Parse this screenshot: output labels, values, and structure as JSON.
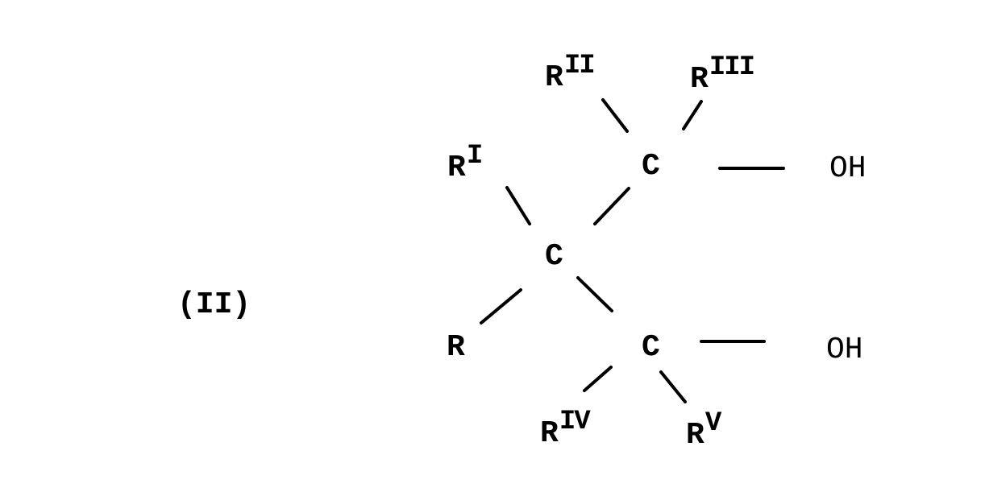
{
  "formula": {
    "label": "(II)",
    "atoms": {
      "c_top": "C",
      "c_middle": "C",
      "c_bottom": "C"
    },
    "substituents": {
      "r": {
        "base": "R",
        "sup": ""
      },
      "r1": {
        "base": "R",
        "sup": "I"
      },
      "r2": {
        "base": "R",
        "sup": "II"
      },
      "r3": {
        "base": "R",
        "sup": "III"
      },
      "r4": {
        "base": "R",
        "sup": "IV"
      },
      "r5": {
        "base": "R",
        "sup": "V"
      }
    },
    "hydroxyl_top": "OH",
    "hydroxyl_bottom": "OH"
  },
  "colors": {
    "ink": "#000000",
    "background": "#ffffff"
  }
}
